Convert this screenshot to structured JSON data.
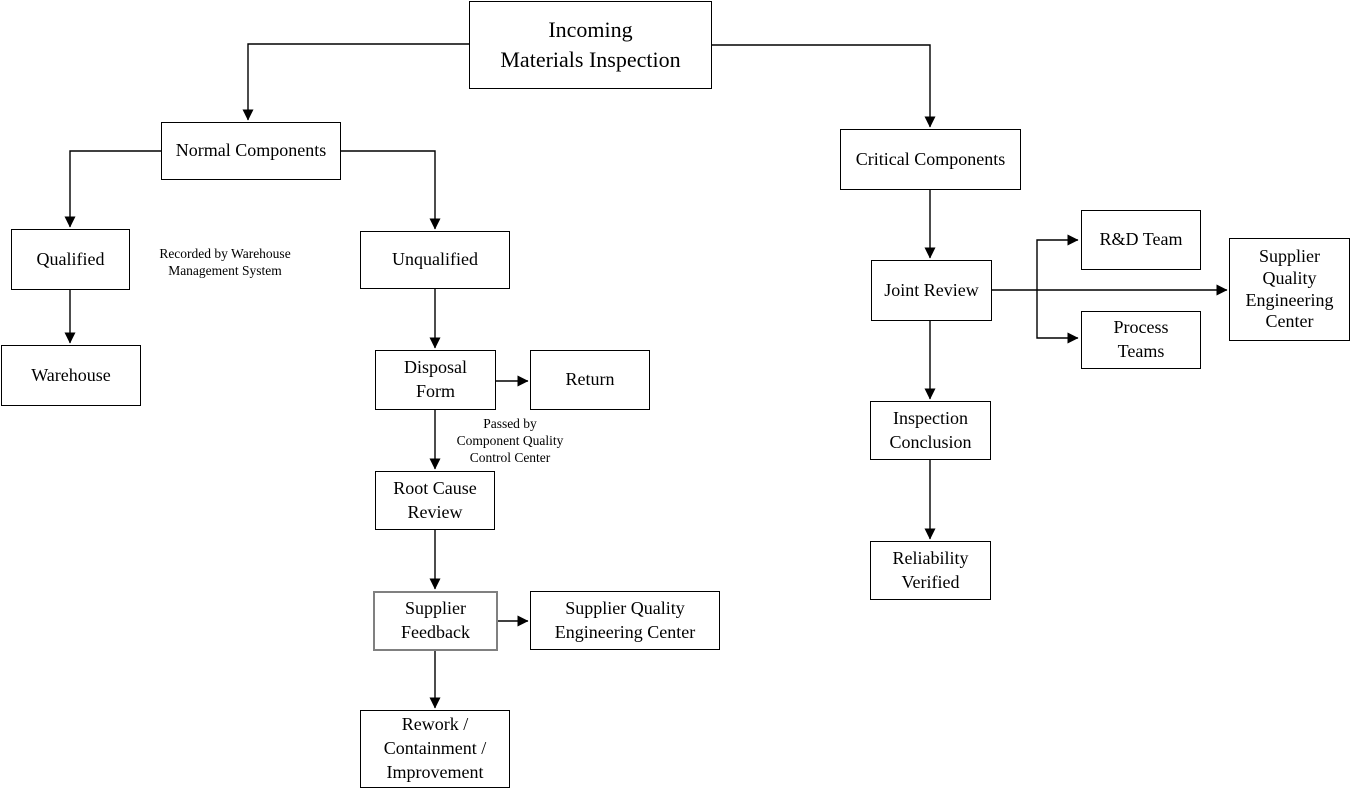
{
  "diagram": {
    "colors": {
      "background": "#ffffff",
      "node_border": "#000000",
      "highlight_node_border": "#808080",
      "text": "#000000",
      "edge_line": "#000000"
    },
    "nodes": {
      "incoming": {
        "label": "Incoming\nMaterials Inspection"
      },
      "normal": {
        "label": "Normal Components"
      },
      "critical": {
        "label": "Critical Components"
      },
      "qualified": {
        "label": "Qualified"
      },
      "unqualified": {
        "label": "Unqualified"
      },
      "warehouse": {
        "label": "Warehouse"
      },
      "disposal": {
        "label": "Disposal\nForm"
      },
      "return": {
        "label": "Return"
      },
      "root_cause": {
        "label": "Root Cause\nReview"
      },
      "supplier_feedback": {
        "label": "Supplier\nFeedback"
      },
      "sqec_left": {
        "label": "Supplier Quality\nEngineering Center"
      },
      "rework": {
        "label": "Rework /\nContainment /\nImprovement"
      },
      "joint_review": {
        "label": "Joint Review"
      },
      "rd_team": {
        "label": "R&D Team"
      },
      "process_teams": {
        "label": "Process\nTeams"
      },
      "sqec_right": {
        "label": "Supplier\nQuality\nEngineering\nCenter"
      },
      "inspection_conclusion": {
        "label": "Inspection\nConclusion"
      },
      "reliability_verified": {
        "label": "Reliability\nVerified"
      }
    },
    "edge_labels": {
      "recorded_by": "Recorded by Warehouse\nManagement System",
      "passed_by": "Passed by\nComponent Quality\nControl Center"
    }
  }
}
